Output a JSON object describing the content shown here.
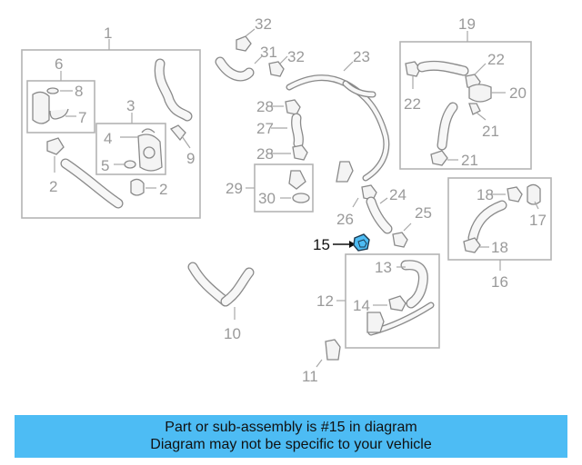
{
  "callouts": {
    "c1": "1",
    "c2a": "2",
    "c2b": "2",
    "c3": "3",
    "c4": "4",
    "c5": "5",
    "c6": "6",
    "c7": "7",
    "c8": "8",
    "c9": "9",
    "c10": "10",
    "c11": "11",
    "c12": "12",
    "c13": "13",
    "c14": "14",
    "c15": "15",
    "c16": "16",
    "c17": "17",
    "c18a": "18",
    "c18b": "18",
    "c19": "19",
    "c20": "20",
    "c21a": "21",
    "c21b": "21",
    "c22a": "22",
    "c22b": "22",
    "c23": "23",
    "c24": "24",
    "c25": "25",
    "c26": "26",
    "c27": "27",
    "c28a": "28",
    "c28b": "28",
    "c29": "29",
    "c30": "30",
    "c31": "31",
    "c32a": "32",
    "c32b": "32"
  },
  "highlight": {
    "part": "15",
    "color": "#4dbcf4"
  },
  "colors": {
    "banner": "#4dbcf4",
    "label": "#9a9a9a",
    "line": "#8a8a8a"
  },
  "banner": {
    "line1": "Part or sub-assembly is #15 in diagram",
    "line2": "Diagram may not be specific to your vehicle"
  }
}
